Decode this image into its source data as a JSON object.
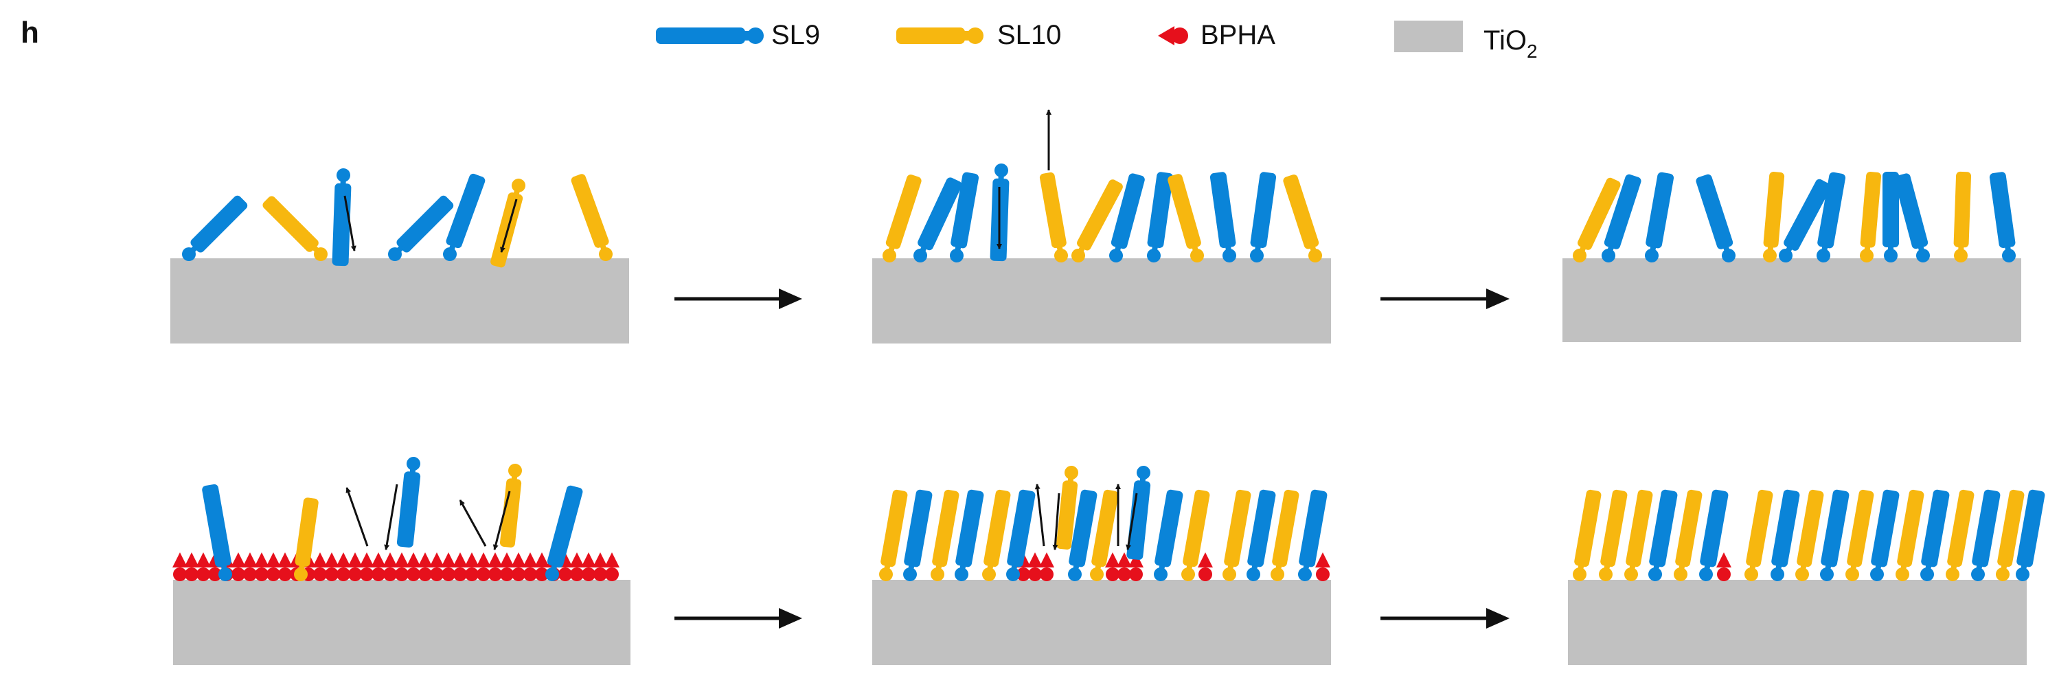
{
  "panel_label": "h",
  "legend": [
    {
      "id": "sl9",
      "label": "SL9",
      "color": "#0a84d8"
    },
    {
      "id": "sl10",
      "label": "SL10",
      "color": "#f7b70f"
    },
    {
      "id": "bpha",
      "label": "BPHA",
      "color": "#e6101c"
    },
    {
      "id": "tio2",
      "label": "TiO",
      "subscript": "2",
      "color": "#c1c1c1"
    }
  ],
  "colors": {
    "sl9": "#0a84d8",
    "sl10": "#f7b70f",
    "bpha": "#e6101c",
    "substrate": "#c1c1c1",
    "arrow": "#111111"
  },
  "rows": [
    {
      "name": "without-bpha",
      "stages": [
        "initial",
        "intermediate",
        "final"
      ]
    },
    {
      "name": "with-bpha",
      "stages": [
        "initial",
        "intermediate",
        "final"
      ]
    }
  ]
}
